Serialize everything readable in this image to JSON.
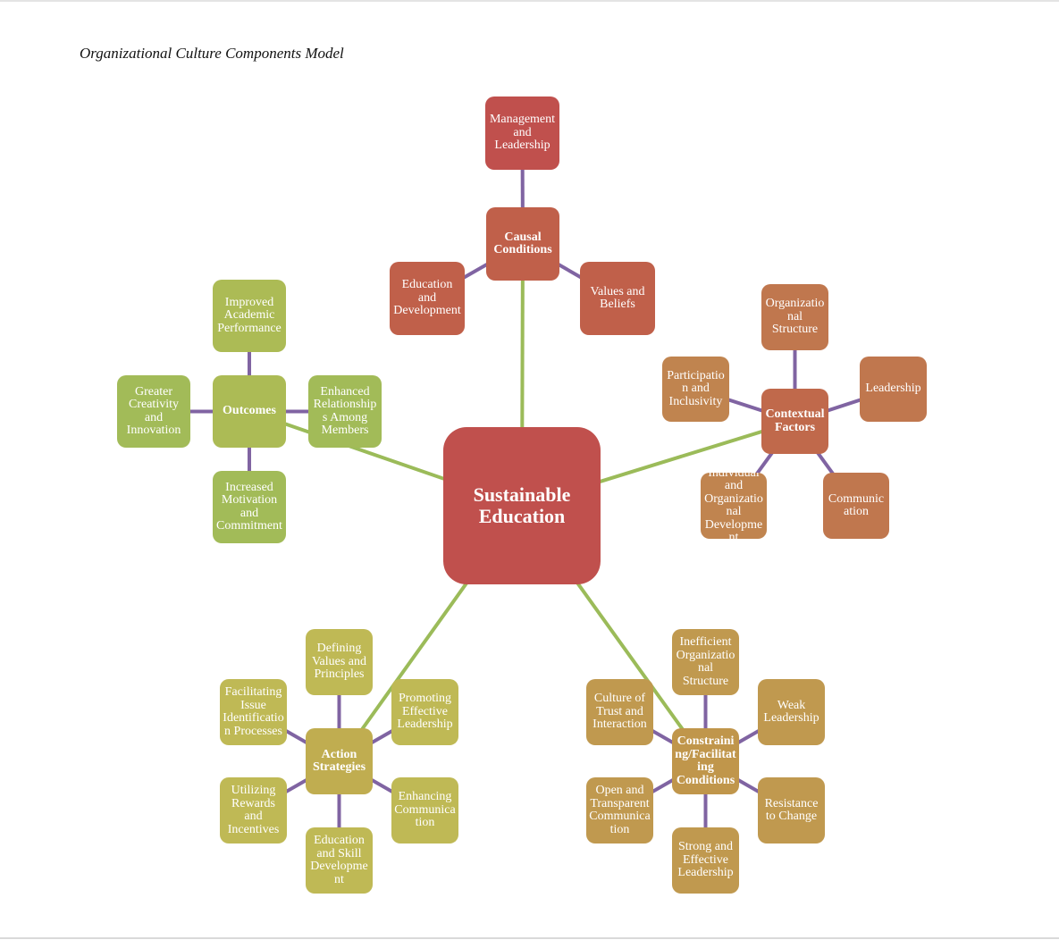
{
  "title": "Organizational Culture Components Model",
  "hub": "Sustainable Education",
  "causal": {
    "center": "Causal Conditions",
    "top": "Management and Leadership",
    "left": "Education and Development",
    "right": "Values and Beliefs"
  },
  "contextual": {
    "center": "Contextual Factors",
    "top": "Organizational Structure",
    "left": "Participation and Inclusivity",
    "right": "Leadership",
    "bottom_left": "Individual and Organizational Development",
    "bottom_right": "Communication"
  },
  "outcomes": {
    "center": "Outcomes",
    "top": "Improved Academic Performance",
    "left": "Greater Creativity and Innovation",
    "right": "Enhanced Relationships Among Members",
    "bottom": "Increased Motivation and Commitment"
  },
  "action": {
    "center": "Action Strategies",
    "top": "Defining Values and Principles",
    "top_left": "Facilitating Issue Identification Processes",
    "top_right": "Promoting Effective Leadership",
    "bottom_left": "Utilizing Rewards and Incentives",
    "bottom_right": "Enhancing Communication",
    "bottom": "Education and Skill Development"
  },
  "constraining": {
    "center": "Constraining/Facilitating Conditions",
    "top": "Inefficient Organizational Structure",
    "top_left": "Culture of Trust and Interaction",
    "top_right": "Weak Leadership",
    "bottom_left": "Open and Transparent Communication",
    "bottom_right": "Resistance to Change",
    "bottom": "Strong and Effective Leadership"
  },
  "colors": {
    "hub_link": "#9bbb59",
    "sub_link": "#8064a2"
  }
}
